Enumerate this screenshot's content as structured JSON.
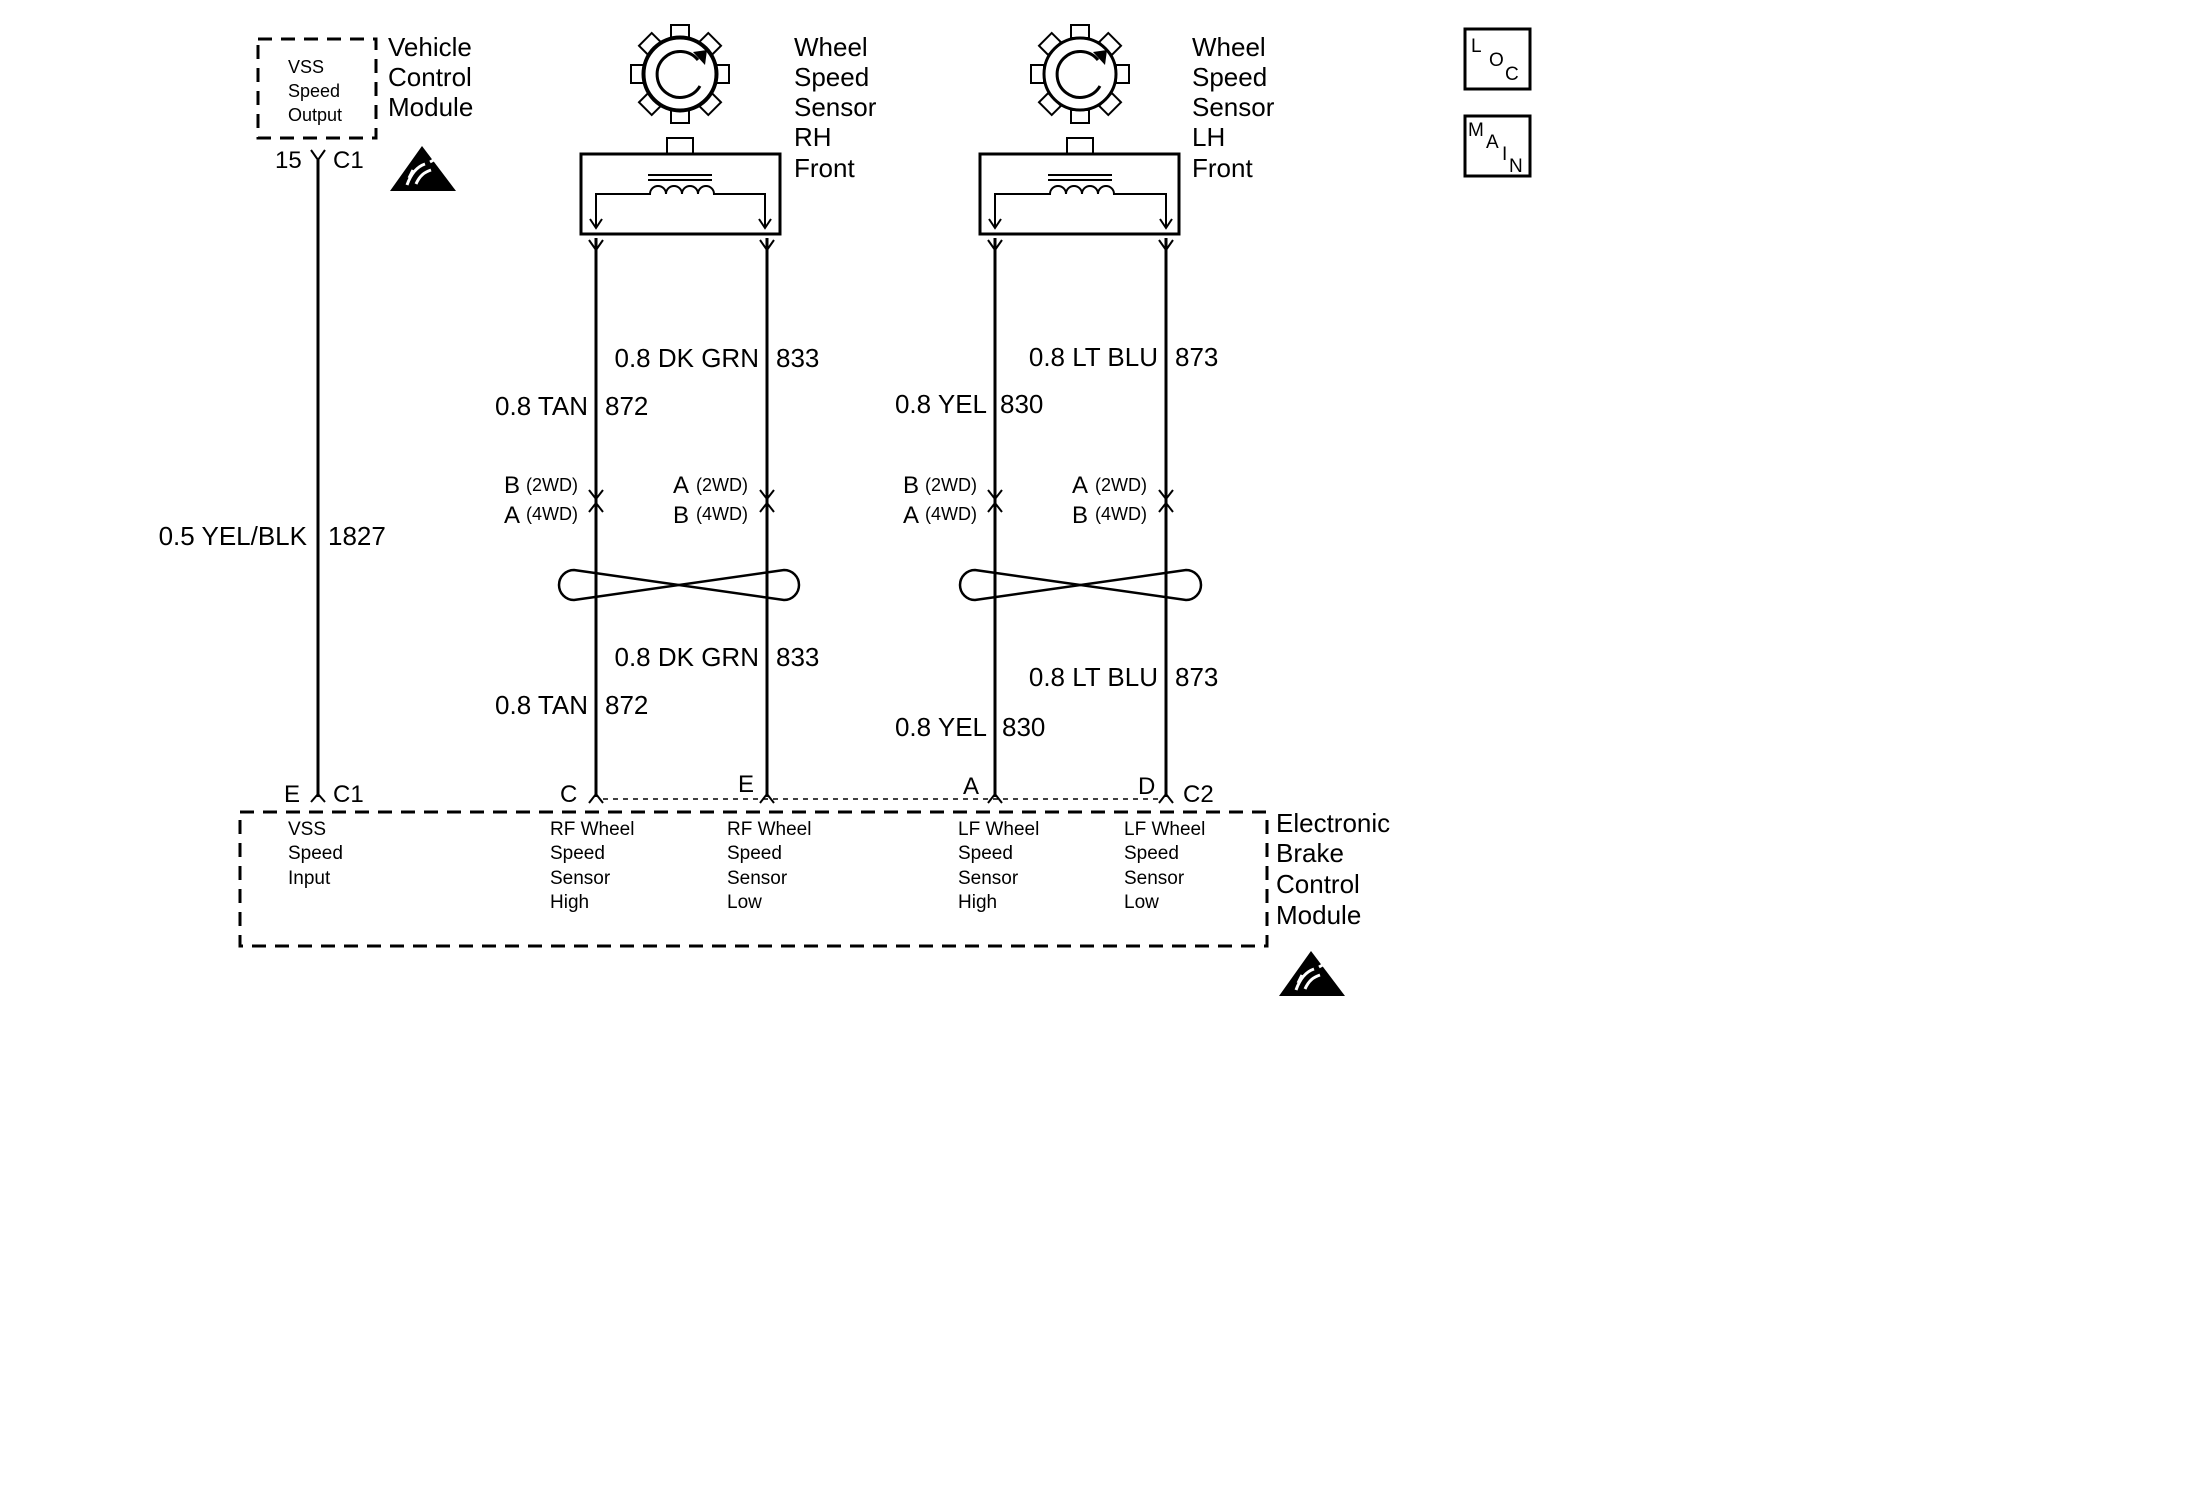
{
  "vcm": {
    "label_lines": [
      "Vehicle",
      "Control",
      "Module"
    ],
    "internal_lines": [
      "VSS",
      "Speed",
      "Output"
    ],
    "pin": "15",
    "connector": "C1"
  },
  "vss_wire": {
    "gauge_color": "0.5 YEL/BLK",
    "circuit": "1827"
  },
  "sensor_rh": {
    "label_lines": [
      "Wheel",
      "Speed",
      "Sensor",
      "RH",
      "Front"
    ]
  },
  "sensor_lh": {
    "label_lines": [
      "Wheel",
      "Speed",
      "Sensor",
      "LH",
      "Front"
    ]
  },
  "wires_upper": {
    "rh_high": {
      "gauge_color": "0.8  TAN",
      "circuit": "872"
    },
    "rh_low": {
      "gauge_color": "0.8 DK GRN",
      "circuit": "833"
    },
    "lh_high": {
      "gauge_color": "0.8 YEL",
      "circuit": "830"
    },
    "lh_low": {
      "gauge_color": "0.8 LT BLU",
      "circuit": "873"
    }
  },
  "wires_lower": {
    "rh_high": {
      "gauge_color": "0.8  TAN",
      "circuit": "872"
    },
    "rh_low": {
      "gauge_color": "0.8 DK GRN",
      "circuit": "833"
    },
    "lh_high": {
      "gauge_color": "0.8 YEL",
      "circuit": "830"
    },
    "lh_low": {
      "gauge_color": "0.8 LT BLU",
      "circuit": "873"
    }
  },
  "inline_connectors": {
    "rh_high": {
      "top_pin": "B",
      "top_variant": "(2WD)",
      "bottom_pin": "A",
      "bottom_variant": "(4WD)"
    },
    "rh_low": {
      "top_pin": "A",
      "top_variant": "(2WD)",
      "bottom_pin": "B",
      "bottom_variant": "(4WD)"
    },
    "lh_high": {
      "top_pin": "B",
      "top_variant": "(2WD)",
      "bottom_pin": "A",
      "bottom_variant": "(4WD)"
    },
    "lh_low": {
      "top_pin": "A",
      "top_variant": "(2WD)",
      "bottom_pin": "B",
      "bottom_variant": "(4WD)"
    }
  },
  "ebcm": {
    "label_lines": [
      "Electronic",
      "Brake",
      "Control",
      "Module"
    ],
    "connector_c1": "C1",
    "connector_c2": "C2",
    "pins": [
      "E",
      "C",
      "E",
      "A",
      "D"
    ],
    "inputs": [
      [
        "VSS",
        "Speed",
        "Input"
      ],
      [
        "RF Wheel",
        "Speed",
        "Sensor",
        "High"
      ],
      [
        "RF Wheel",
        "Speed",
        "Sensor",
        "Low"
      ],
      [
        "LF Wheel",
        "Speed",
        "Sensor",
        "High"
      ],
      [
        "LF Wheel",
        "Speed",
        "Sensor",
        "Low"
      ]
    ]
  },
  "nav": {
    "loc": [
      "L",
      "O",
      "C"
    ],
    "main": [
      "M",
      "A",
      "I",
      "N"
    ]
  }
}
